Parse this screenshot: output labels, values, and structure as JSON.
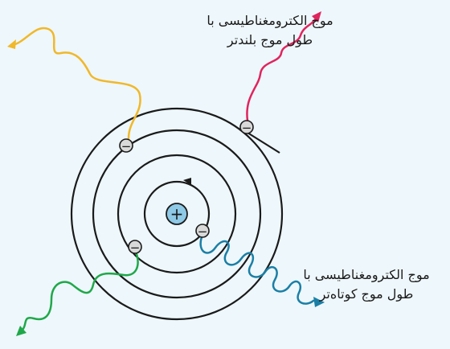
{
  "labels": {
    "long_wave": [
      "موج الکترومغناطیسی با",
      "طول موج بلندتر"
    ],
    "short_wave": [
      "موج الکترومغناطیسی با",
      "طول موج کوتاه‌تر"
    ]
  },
  "symbols": {
    "nucleus": "+",
    "electron": "−"
  },
  "colors": {
    "background": "#eef7fb",
    "orbit": "#1a1a1a",
    "nucleus_fill": "#8ec9e6",
    "electron_fill": "#d9d9d9",
    "wave_yellow": "#f0b82a",
    "wave_pink": "#e0245e",
    "wave_green": "#1fa84a",
    "wave_blue": "#1a7fa6"
  }
}
